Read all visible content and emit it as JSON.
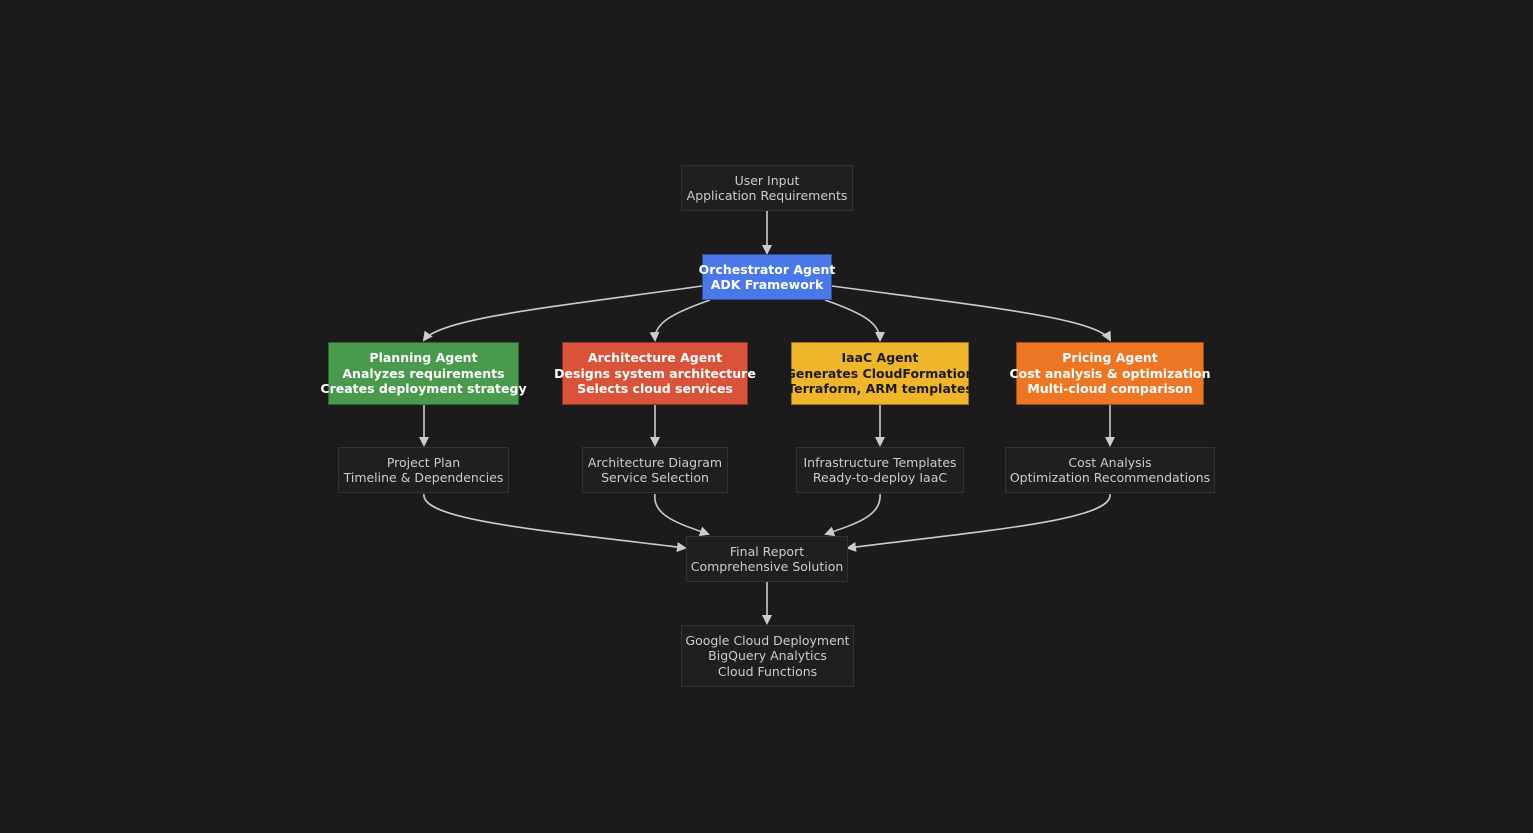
{
  "colors": {
    "background": "#1b1b1b",
    "orchestrator": "#4a78e8",
    "planning": "#4a9a4e",
    "architecture": "#d9533a",
    "iaac": "#f0b62b",
    "pricing": "#ed7624",
    "edge": "#cccccc"
  },
  "nodes": {
    "user_input": {
      "lines": [
        "User Input",
        "Application Requirements"
      ]
    },
    "orchestrator": {
      "lines": [
        "Orchestrator Agent",
        "ADK Framework"
      ]
    },
    "planning": {
      "lines": [
        "Planning Agent",
        "Analyzes requirements",
        "Creates deployment strategy"
      ]
    },
    "architecture": {
      "lines": [
        "Architecture Agent",
        "Designs system architecture",
        "Selects cloud services"
      ]
    },
    "iaac": {
      "lines": [
        "IaaC Agent",
        "Generates CloudFormation",
        "Terraform, ARM templates"
      ]
    },
    "pricing": {
      "lines": [
        "Pricing Agent",
        "Cost analysis & optimization",
        "Multi-cloud comparison"
      ]
    },
    "project_plan": {
      "lines": [
        "Project Plan",
        "Timeline & Dependencies"
      ]
    },
    "arch_diagram": {
      "lines": [
        "Architecture Diagram",
        "Service Selection"
      ]
    },
    "infra_templates": {
      "lines": [
        "Infrastructure Templates",
        "Ready-to-deploy IaaC"
      ]
    },
    "cost_analysis": {
      "lines": [
        "Cost Analysis",
        "Optimization Recommendations"
      ]
    },
    "final_report": {
      "lines": [
        "Final Report",
        "Comprehensive Solution"
      ]
    },
    "gcp_deploy": {
      "lines": [
        "Google Cloud Deployment",
        "BigQuery Analytics",
        "Cloud Functions"
      ]
    }
  },
  "edges": [
    [
      "user_input",
      "orchestrator"
    ],
    [
      "orchestrator",
      "planning"
    ],
    [
      "orchestrator",
      "architecture"
    ],
    [
      "orchestrator",
      "iaac"
    ],
    [
      "orchestrator",
      "pricing"
    ],
    [
      "planning",
      "project_plan"
    ],
    [
      "architecture",
      "arch_diagram"
    ],
    [
      "iaac",
      "infra_templates"
    ],
    [
      "pricing",
      "cost_analysis"
    ],
    [
      "project_plan",
      "final_report"
    ],
    [
      "arch_diagram",
      "final_report"
    ],
    [
      "infra_templates",
      "final_report"
    ],
    [
      "cost_analysis",
      "final_report"
    ],
    [
      "final_report",
      "gcp_deploy"
    ]
  ]
}
